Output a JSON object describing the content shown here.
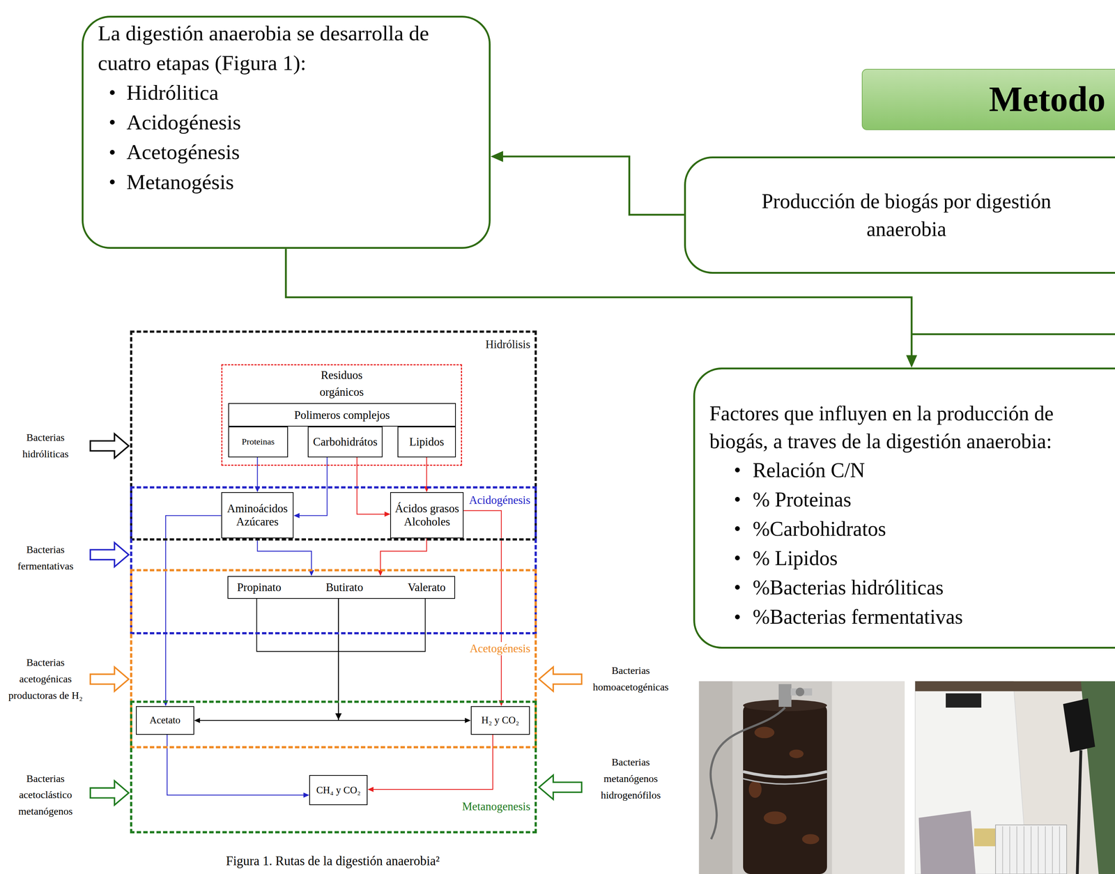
{
  "diagram": {
    "caption": "Figura 1. Rutas de la digestión anaerobia²",
    "nodes": [
      {
        "text": [
          "La digestión anaerobia se desarrolla de cuatro etapas (Figura 1):",
          "Hidrólitica",
          "Acidogénesis",
          "Acetogénesis",
          "Metanogésis"
        ]
      },
      {
        "text": [
          "Metodo"
        ]
      },
      {
        "text": [
          "Producción de biogás por digestión anaerobia"
        ]
      },
      {
        "text": [
          "Factores que influyen en la producción de biogás, a traves de la digestión anaerobia:",
          "Relación C/N",
          "% Proteinas",
          "%Carbohidratos",
          "% Lipidos",
          "%Bacterias hidróliticas",
          "%Bacterias fermentativas"
        ]
      },
      {
        "text": [
          "Hidrólisis"
        ]
      },
      {
        "text": [
          "Residuos orgánicos"
        ],
        "in": 4
      },
      {
        "text": [
          "Polimeros complejos"
        ],
        "in": 5
      },
      {
        "text": [
          "Proteinas"
        ],
        "in": 5
      },
      {
        "text": [
          "Carbohidrátos"
        ],
        "in": 5
      },
      {
        "text": [
          "Lipidos"
        ],
        "in": 5
      },
      {
        "text": [
          "Acidogénesis"
        ]
      },
      {
        "text": [
          "Aminoácidos Azúcares"
        ],
        "in": 10
      },
      {
        "text": [
          "Ácidos grasos Alcoholes"
        ],
        "in": 10
      },
      {
        "text": [
          "Acetogénesis"
        ]
      },
      {
        "text": [
          "Propinato",
          "Butirato",
          "Valerato"
        ],
        "in": 13
      },
      {
        "text": [
          "Metanogenesis"
        ]
      },
      {
        "text": [
          "Acetato"
        ],
        "in": 15
      },
      {
        "text": [
          "H₂ y CO₂"
        ],
        "in": 15
      },
      {
        "text": [
          "CH₄ y CO₂"
        ],
        "in": 15
      }
    ],
    "edges": [
      {
        "from": 2,
        "to": 0,
        "arrow": "to"
      },
      {
        "from": 0,
        "to": 3,
        "arrow": "to"
      },
      {
        "from": 7,
        "to": 11,
        "arrow": "to"
      },
      {
        "from": 8,
        "to": 11,
        "arrow": "to"
      },
      {
        "from": 8,
        "to": 12,
        "arrow": "to"
      },
      {
        "from": 9,
        "to": 12,
        "arrow": "to"
      },
      {
        "from": 11,
        "to": 16,
        "arrow": "to"
      },
      {
        "from": 11,
        "to": 14,
        "arrow": "to"
      },
      {
        "from": 12,
        "to": 14,
        "arrow": "to"
      },
      {
        "from": 12,
        "to": 17,
        "arrow": "to"
      },
      {
        "from": 14,
        "to": 16,
        "arrow": "to"
      },
      {
        "from": 14,
        "to": 17,
        "arrow": "to"
      },
      {
        "from": 16,
        "to": 18,
        "arrow": "to"
      },
      {
        "from": 17,
        "to": 18,
        "arrow": "to"
      }
    ],
    "labels": [
      "Bacterias hidróliticas",
      "Bacterias fermentativas",
      "Bacterias acetogénicas productoras de H₂",
      "Bacterias homoacetogénicas",
      "Bacterias acetoclástico metanógenos",
      "Bacterias metanógenos hidrogenófilos"
    ]
  }
}
